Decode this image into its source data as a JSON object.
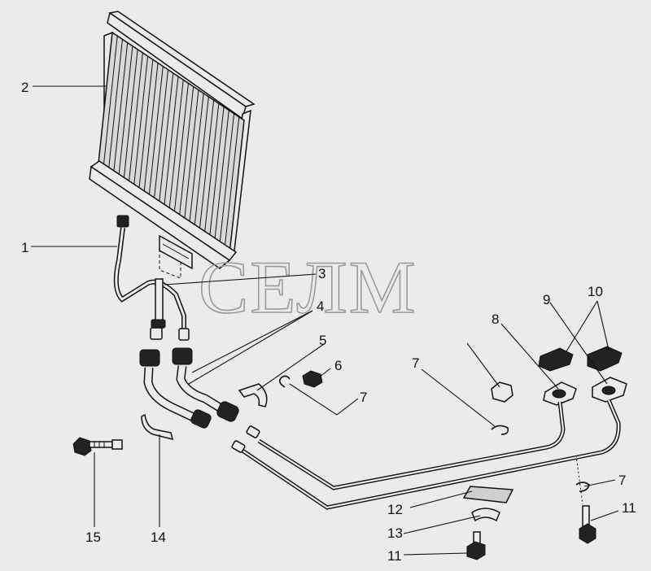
{
  "watermark": "СЕЛМ",
  "callouts": [
    "1",
    "2",
    "3",
    "4",
    "5",
    "6",
    "7",
    "7",
    "7",
    "8",
    "9",
    "10",
    "11",
    "11",
    "12",
    "13",
    "14",
    "15"
  ]
}
